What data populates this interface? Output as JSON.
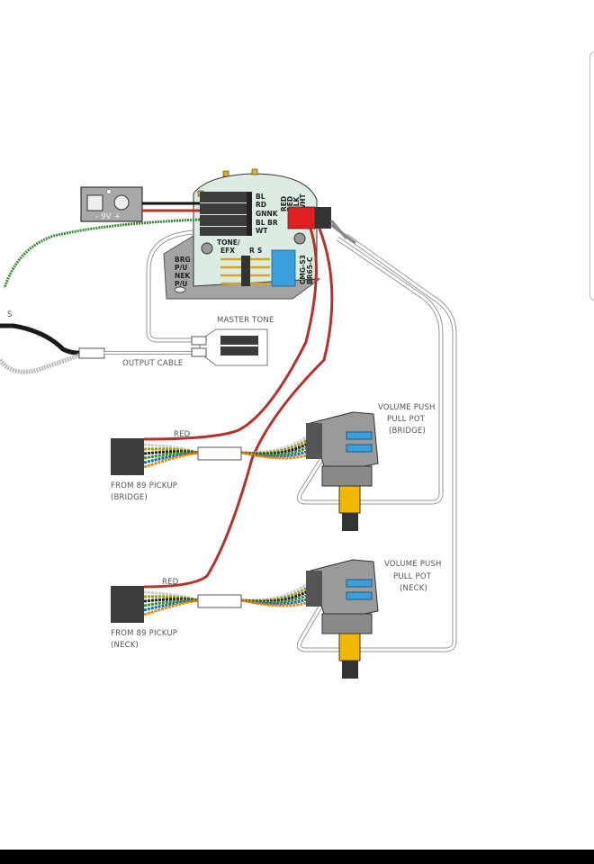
{
  "diagram": {
    "battery_jack": {
      "label": "- 9V +"
    },
    "board_labels": {
      "pins_left": [
        "BL",
        "RD",
        "GNNK",
        "BL BR",
        "WT"
      ],
      "pins_top": [
        "RED",
        "RED",
        "BLK",
        "WHT"
      ],
      "tone": "TONE/",
      "efx": "EFX",
      "brg": "BRG",
      "pu1": "P/U",
      "nek": "NEK",
      "pu2": "P/U",
      "r": "R",
      "s": "S",
      "switch_label_1": "CMG-S3",
      "switch_label_2": "BR65-C"
    },
    "jack_label": "S",
    "master_tone": "MASTER TONE",
    "output_cable": "OUTPUT CABLE",
    "bridge_pickup": {
      "wire": "RED",
      "line1": "FROM 89 PICKUP",
      "line2": "(BRIDGE)"
    },
    "neck_pickup": {
      "wire": "RED",
      "line1": "FROM 89 PICKUP",
      "line2": "(NECK)"
    },
    "bridge_pot": {
      "line1": "VOLUME PUSH",
      "line2": "PULL POT",
      "line3": "(BRIDGE)"
    },
    "neck_pot": {
      "line1": "VOLUME PUSH",
      "line2": "PULL POT",
      "line3": "(NECK)"
    },
    "colors": {
      "red_wire": "#b8302a",
      "green_wire": "#3a8a3a",
      "board": "#dcece2",
      "blue_switch": "#3aa0dc",
      "pot_shaft": "#f2b705",
      "connector": "#3c3c3c"
    }
  }
}
